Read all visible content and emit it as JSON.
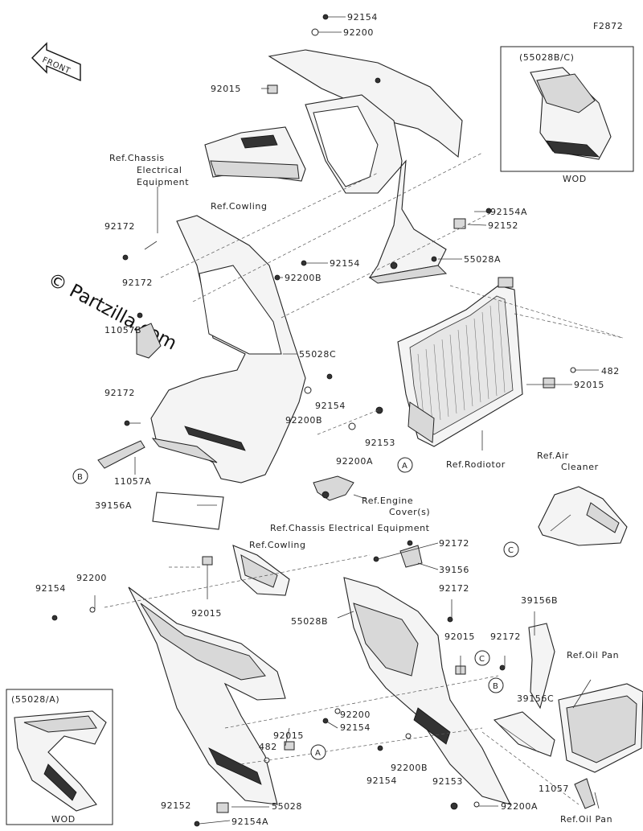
{
  "figure_id": "F2872",
  "front_label": "FRONT",
  "watermark": "© Partzilla.com",
  "insets": [
    {
      "variant": "(55028B/C)",
      "market": "WOD"
    },
    {
      "variant": "(55028/A)",
      "market": "WOD"
    }
  ],
  "references": {
    "chassis_electrical": "Ref.Chassis Electrical Equipment",
    "cowling_upper": "Ref.Cowling",
    "cowling_lower": "Ref.Cowling",
    "radiator": "Ref.Rodiotor",
    "air_cleaner": "Ref.Air Cleaner",
    "engine_cover": "Ref.Engine Cover(s)",
    "chassis_electrical_lower": "Ref.Chassis Electrical Equipment",
    "oil_pan_upper": "Ref.Oil Pan",
    "oil_pan_lower": "Ref.Oil Pan"
  },
  "callouts": {
    "a": "A",
    "b": "B",
    "c": "C"
  },
  "part_numbers": {
    "p92154_top": "92154",
    "p92200_top": "92200",
    "p92015_top": "92015",
    "p92154A_r": "92154A",
    "p92152_r": "92152",
    "p55028A": "55028A",
    "p92172_a": "92172",
    "p92154_m": "92154",
    "p92200B_m": "92200B",
    "p92172_b": "92172",
    "p11057B": "11057B",
    "p55028C": "55028C",
    "p482_r": "482",
    "p92015_r": "92015",
    "p92172_c": "92172",
    "p92154_m2": "92154",
    "p92200B_m2": "92200B",
    "p92153_m": "92153",
    "p92200A_m": "92200A",
    "p11057A": "11057A",
    "p39156A": "39156A",
    "p92172_d": "92172",
    "p39156": "39156",
    "p92154_l": "92154",
    "p92200_l": "92200",
    "p92015_l": "92015",
    "p55028B": "55028B",
    "p92172_e": "92172",
    "p39156B": "39156B",
    "p92015_c": "92015",
    "p92172_f": "92172",
    "p92200_c": "92200",
    "p92154_c": "92154",
    "p39156C": "39156C",
    "p92015_bl": "92015",
    "p482_bl": "482",
    "p92154_b": "92154",
    "p92200B_b": "92200B",
    "p11057": "11057",
    "p92153_b": "92153",
    "p92200A_b": "92200A",
    "p92152_b": "92152",
    "p55028": "55028",
    "p92154A_b": "92154A"
  }
}
